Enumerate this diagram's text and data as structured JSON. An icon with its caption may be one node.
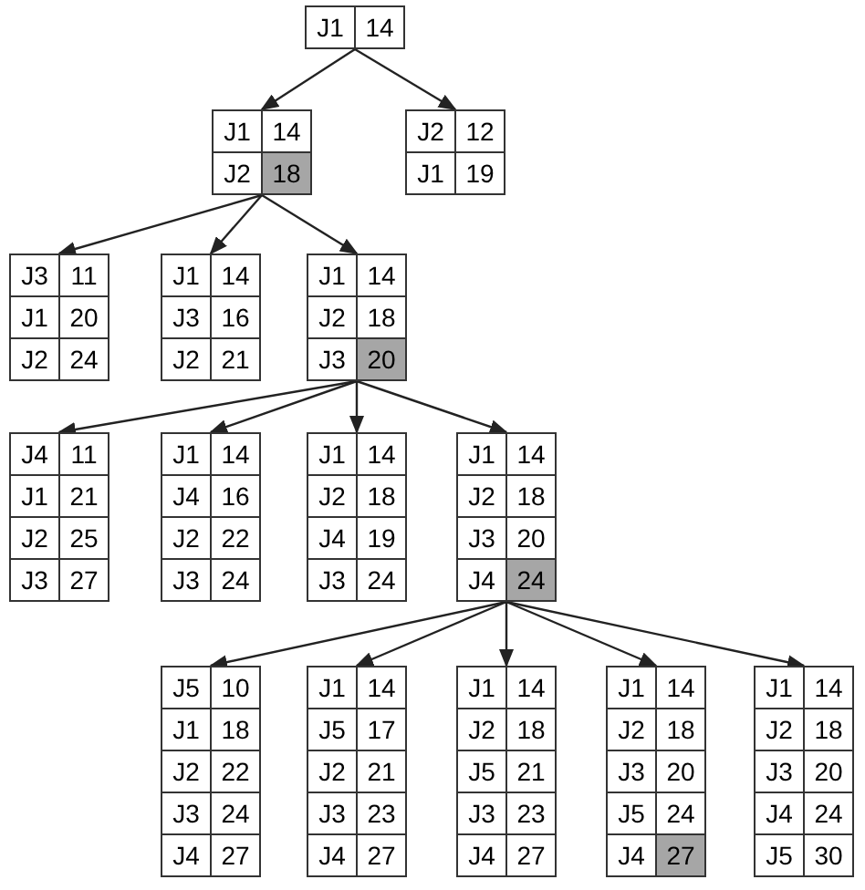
{
  "diagram": {
    "nodes": [
      {
        "text": [
          "J1",
          "14"
        ]
      },
      {
        "text": [
          "J1",
          "14",
          "J2",
          "18"
        ]
      },
      {
        "text": [
          "J2",
          "12",
          "J1",
          "19"
        ]
      },
      {
        "text": [
          "J3",
          "11",
          "J1",
          "20",
          "J2",
          "24"
        ]
      },
      {
        "text": [
          "J1",
          "14",
          "J3",
          "16",
          "J2",
          "21"
        ]
      },
      {
        "text": [
          "J1",
          "14",
          "J2",
          "18",
          "J3",
          "20"
        ]
      },
      {
        "text": [
          "J4",
          "11",
          "J1",
          "21",
          "J2",
          "25",
          "J3",
          "27"
        ]
      },
      {
        "text": [
          "J1",
          "14",
          "J4",
          "16",
          "J2",
          "22",
          "J3",
          "24"
        ]
      },
      {
        "text": [
          "J1",
          "14",
          "J2",
          "18",
          "J4",
          "19",
          "J3",
          "24"
        ]
      },
      {
        "text": [
          "J1",
          "14",
          "J2",
          "18",
          "J3",
          "20",
          "J4",
          "24"
        ]
      },
      {
        "text": [
          "J5",
          "10",
          "J1",
          "18",
          "J2",
          "22",
          "J3",
          "24",
          "J4",
          "27"
        ]
      },
      {
        "text": [
          "J1",
          "14",
          "J5",
          "17",
          "J2",
          "21",
          "J3",
          "23",
          "J4",
          "27"
        ]
      },
      {
        "text": [
          "J1",
          "14",
          "J2",
          "18",
          "J5",
          "21",
          "J3",
          "23",
          "J4",
          "27"
        ]
      },
      {
        "text": [
          "J1",
          "14",
          "J2",
          "18",
          "J3",
          "20",
          "J5",
          "24",
          "J4",
          "27"
        ]
      },
      {
        "text": [
          "J1",
          "14",
          "J2",
          "18",
          "J3",
          "20",
          "J4",
          "24",
          "J5",
          "30"
        ]
      }
    ],
    "edges": [
      {
        "from": 0,
        "to": 1,
        "arrow": "to"
      },
      {
        "from": 0,
        "to": 2,
        "arrow": "to"
      },
      {
        "from": 1,
        "to": 3,
        "arrow": "to"
      },
      {
        "from": 1,
        "to": 4,
        "arrow": "to"
      },
      {
        "from": 1,
        "to": 5,
        "arrow": "to"
      },
      {
        "from": 5,
        "to": 6,
        "arrow": "to"
      },
      {
        "from": 5,
        "to": 7,
        "arrow": "to"
      },
      {
        "from": 5,
        "to": 8,
        "arrow": "to"
      },
      {
        "from": 5,
        "to": 9,
        "arrow": "to"
      },
      {
        "from": 9,
        "to": 10,
        "arrow": "to"
      },
      {
        "from": 9,
        "to": 11,
        "arrow": "to"
      },
      {
        "from": 9,
        "to": 12,
        "arrow": "to"
      },
      {
        "from": 9,
        "to": 13,
        "arrow": "to"
      },
      {
        "from": 9,
        "to": 14,
        "arrow": "to"
      }
    ]
  }
}
